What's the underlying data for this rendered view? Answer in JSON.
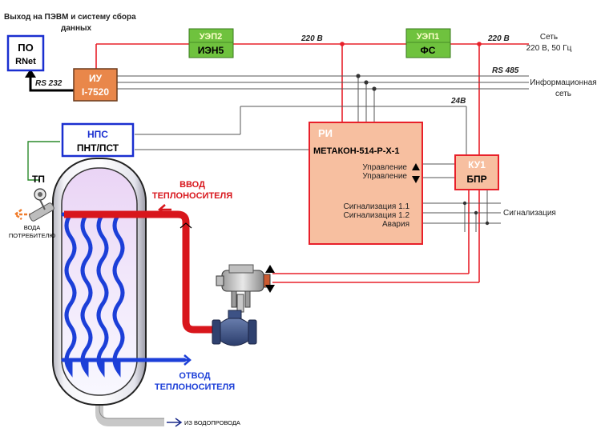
{
  "header": {
    "line1": "Выход на ПЭВМ и систему сбора",
    "line2": "данных"
  },
  "blocks": {
    "po": {
      "line1": "ПО",
      "line2": "RNet"
    },
    "iu": {
      "line1": "ИУ",
      "line2": "I-7520"
    },
    "uep2": {
      "tag": "УЭП2",
      "name": "ИЭН5"
    },
    "uep1": {
      "tag": "УЭП1",
      "name": "ФС"
    },
    "nps": {
      "line1": "НПС",
      "line2": "ПНТ/ПСТ"
    },
    "ri": {
      "tag": "РИ",
      "model": "МЕТАКОН-514-Р-Х-1",
      "control1": "Управление",
      "control2": "Управление",
      "sig1": "Сигнализация 1.1",
      "sig2": "Сигнализация 1.2",
      "alarm": "Авария"
    },
    "ku1": {
      "tag": "КУ1",
      "name": "БПР"
    }
  },
  "lines": {
    "rs232": "RS 232",
    "v220a": "220 В",
    "v220b": "220 В",
    "rs485": "RS 485",
    "v24": "24В"
  },
  "labels": {
    "network1": "Сеть",
    "network2": "220 В, 50 Гц",
    "info1": "Информационная",
    "info2": "сеть",
    "signaling": "Сигнализация",
    "tp": "ТП",
    "water1": "ВОДА",
    "water2": "ПОТРЕБИТЕЛЮ",
    "inlet1": "ВВОД",
    "inlet2": "ТЕПЛОНОСИТЕЛЯ",
    "outlet1": "ОТВОД",
    "outlet2": "ТЕПЛОНОСИТЕЛЯ",
    "supply": "ИЗ ВОДОПРОВОДА"
  },
  "colors": {
    "power": "#e8202a",
    "signal": "#555555",
    "green_block": "#6fc23e",
    "orange_block": "#f7bfa0",
    "iu_block": "#e9874a",
    "blue_border": "#1a2fd0",
    "coil": "#1c3fd8",
    "inlet_pipe": "#d8161c"
  }
}
